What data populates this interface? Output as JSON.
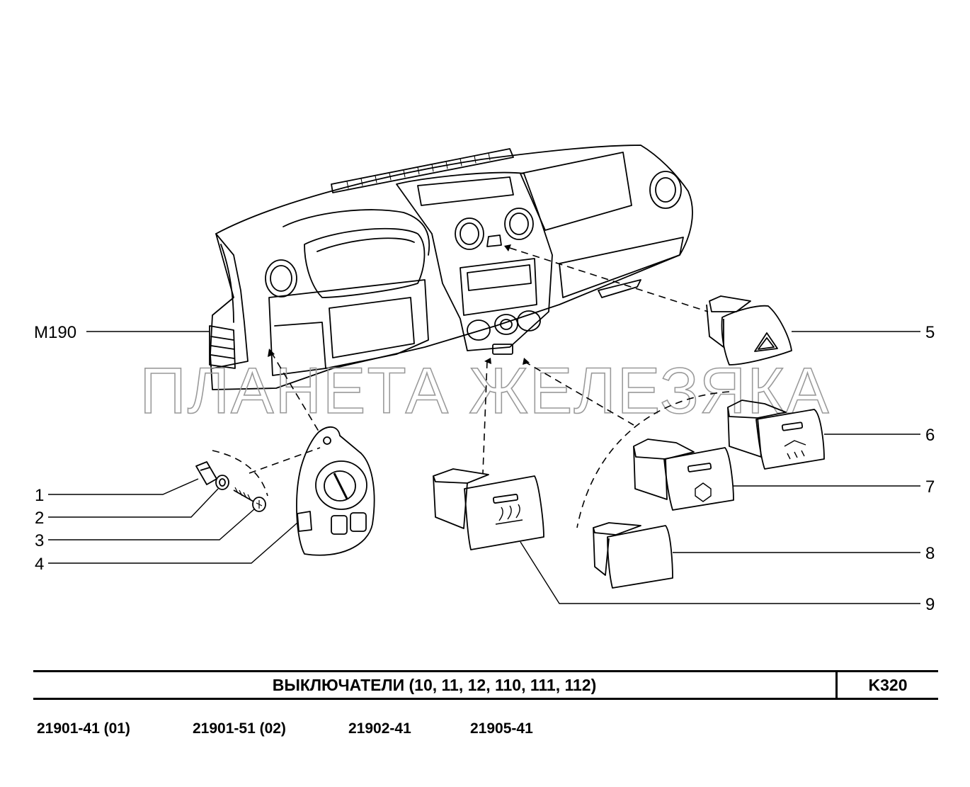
{
  "watermark": "ПЛАНЕТА ЖЕЛЕЗЯКА",
  "callouts": {
    "m190": "M190",
    "c1": "1",
    "c2": "2",
    "c3": "3",
    "c4": "4",
    "c5": "5",
    "c6": "6",
    "c7": "7",
    "c8": "8",
    "c9": "9"
  },
  "title": "ВЫКЛЮЧАТЕЛИ (10, 11, 12, 110, 111, 112)",
  "code": "K320",
  "models": [
    "21901-41 (01)",
    "21901-51 (02)",
    "21902-41",
    "21905-41"
  ],
  "colors": {
    "line": "#000000",
    "watermark": "#9a9a9a",
    "background": "#ffffff"
  }
}
